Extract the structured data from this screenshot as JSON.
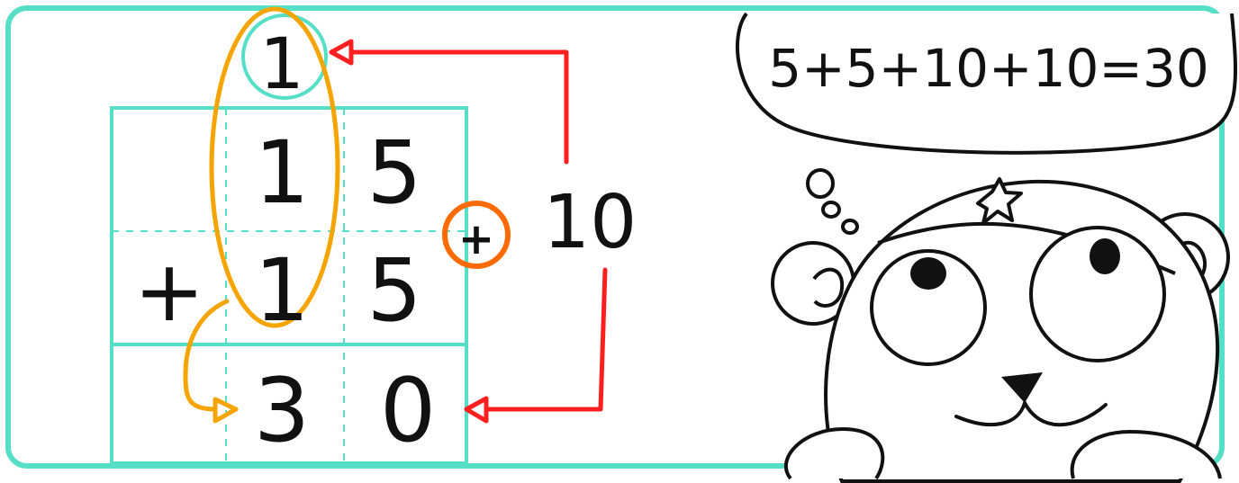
{
  "diagram": {
    "grid": {
      "carry_digit": "1",
      "row1": [
        "1",
        "5"
      ],
      "row2_operator": "+",
      "row2": [
        "1",
        "5"
      ],
      "result": [
        "3",
        "0"
      ]
    },
    "annotation": {
      "plus_symbol": "+",
      "ten_label": "10"
    },
    "thought_bubble": {
      "equation": "5+5+10+10=30"
    },
    "colors": {
      "frame": "#56dfc7",
      "grid": "#56dfc7",
      "orange": "#ff6b00",
      "yellow": "#f5a400",
      "red": "#ff1f1f",
      "ink": "#111111"
    }
  }
}
